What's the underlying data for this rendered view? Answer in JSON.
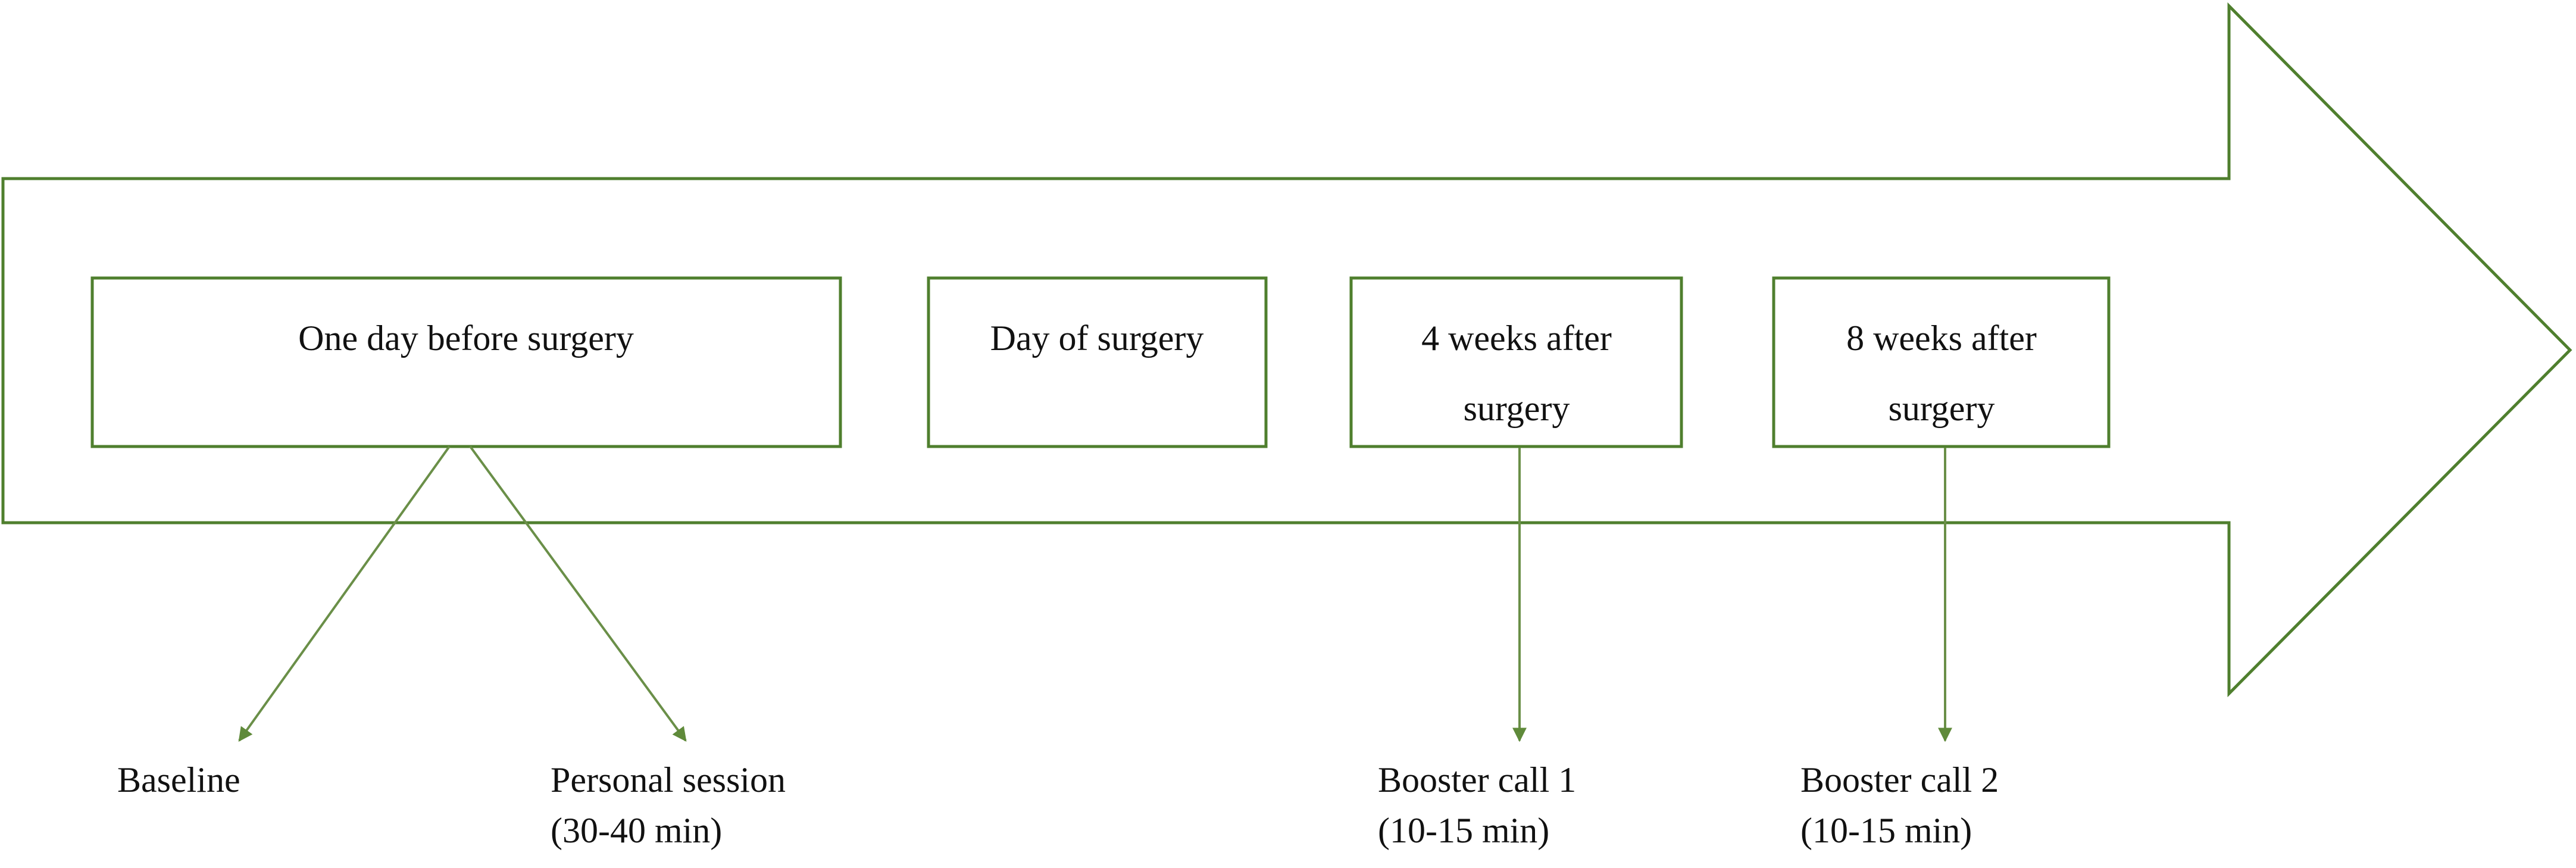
{
  "colors": {
    "outline": "#4f7f2e",
    "connector": "#6a8f48",
    "text": "#111111",
    "background": "#ffffff"
  },
  "stages": [
    {
      "lines": [
        "One day before surgery"
      ]
    },
    {
      "lines": [
        "Day of surgery"
      ]
    },
    {
      "lines": [
        "4 weeks after",
        "surgery"
      ]
    },
    {
      "lines": [
        "8 weeks after",
        "surgery"
      ]
    }
  ],
  "outcomes": [
    {
      "lines": [
        "Baseline"
      ]
    },
    {
      "lines": [
        "Personal session",
        "(30-40 min)"
      ]
    },
    {
      "lines": [
        "Booster call 1",
        "(10-15 min)"
      ]
    },
    {
      "lines": [
        "Booster call 2",
        "(10-15 min)"
      ]
    }
  ]
}
